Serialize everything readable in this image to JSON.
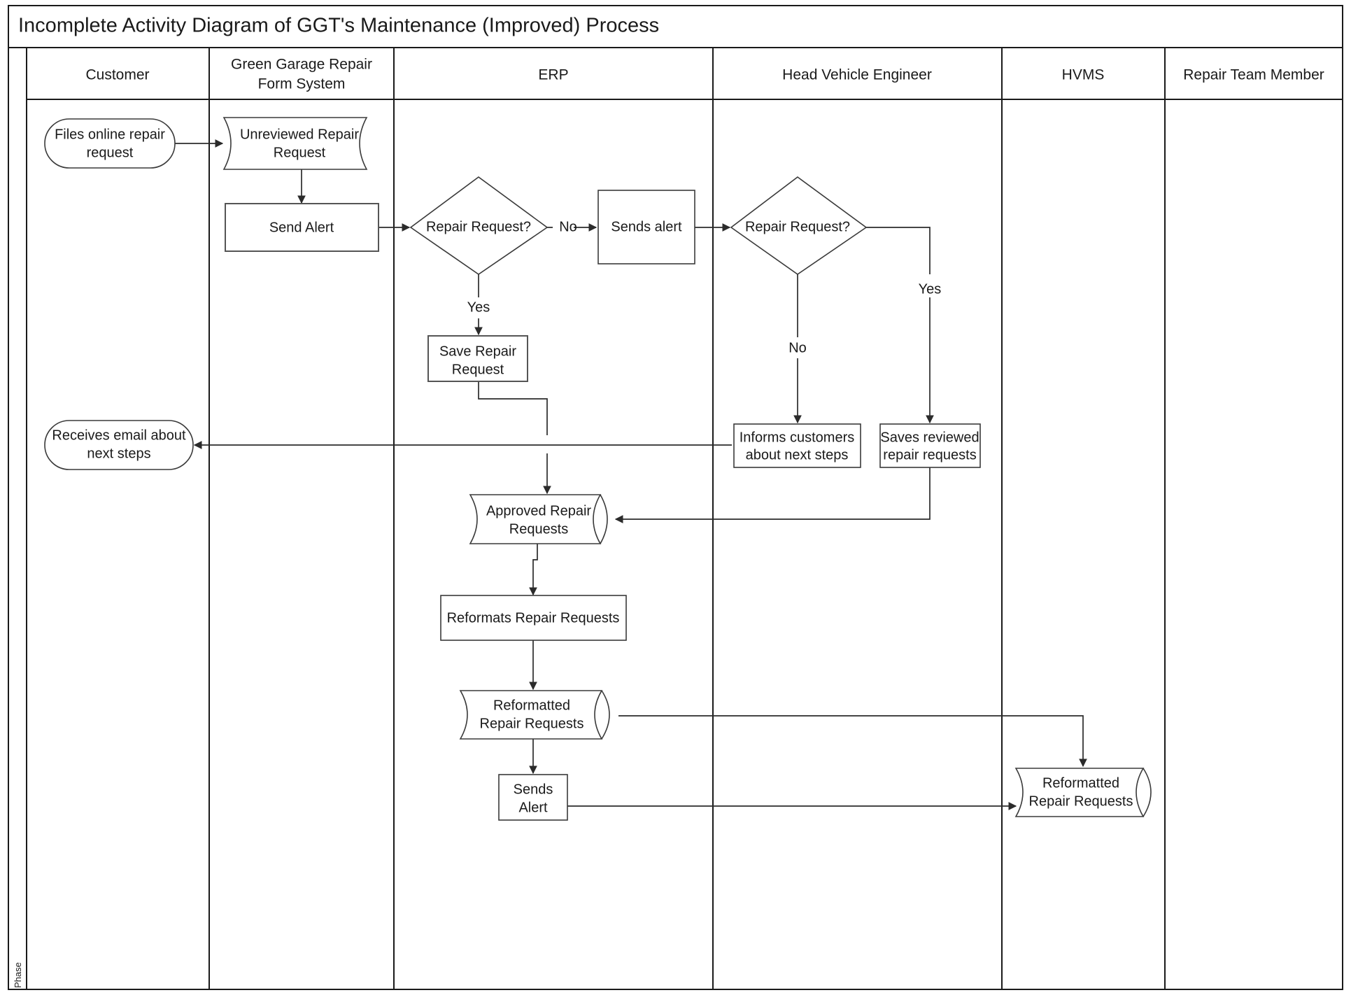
{
  "document": {
    "title": "Incomplete Activity Diagram of GGT's Maintenance (Improved) Process",
    "phase_label": "Phase"
  },
  "lanes": [
    {
      "id": "customer",
      "label": "Customer"
    },
    {
      "id": "form-system",
      "label": "Green Garage Repair Form System"
    },
    {
      "id": "erp",
      "label": "ERP"
    },
    {
      "id": "head-vehicle-engineer",
      "label": "Head Vehicle Engineer"
    },
    {
      "id": "hvms",
      "label": "HVMS"
    },
    {
      "id": "repair-team-member",
      "label": "Repair Team Member"
    }
  ],
  "nodes": {
    "files_online_repair_request": {
      "label": "Files online repair request",
      "line1": "Files online repair",
      "line2": "request",
      "shape": "terminator",
      "lane": "customer"
    },
    "unreviewed_repair_request": {
      "label": "Unreviewed Repair Request",
      "line1": "Unreviewed Repair",
      "line2": "Request",
      "shape": "data",
      "lane": "form-system"
    },
    "send_alert": {
      "label": "Send Alert",
      "line1": "Send Alert",
      "shape": "process",
      "lane": "form-system"
    },
    "repair_request_q1": {
      "label": "Repair Request?",
      "line1": "Repair Request?",
      "shape": "decision",
      "lane": "erp"
    },
    "sends_alert": {
      "label": "Sends alert",
      "line1": "Sends alert",
      "shape": "process",
      "lane": "erp"
    },
    "repair_request_q2": {
      "label": "Repair Request?",
      "line1": "Repair Request?",
      "shape": "decision",
      "lane": "head-vehicle-engineer"
    },
    "save_repair_request": {
      "label": "Save Repair Request",
      "line1": "Save Repair",
      "line2": "Request",
      "shape": "process",
      "lane": "erp"
    },
    "receives_email": {
      "label": "Receives email about next steps",
      "line1": "Receives email about",
      "line2": "next steps",
      "shape": "terminator",
      "lane": "customer"
    },
    "informs_customers": {
      "label": "Informs customers about next steps",
      "line1": "Informs customers",
      "line2": "about next steps",
      "shape": "process",
      "lane": "head-vehicle-engineer"
    },
    "saves_reviewed": {
      "label": "Saves reviewed repair requests",
      "line1": "Saves reviewed",
      "line2": "repair requests",
      "shape": "process",
      "lane": "head-vehicle-engineer"
    },
    "approved_repair_requests": {
      "label": "Approved Repair Requests",
      "line1": "Approved Repair",
      "line2": "Requests",
      "shape": "database",
      "lane": "erp"
    },
    "reformats_repair_requests": {
      "label": "Reformats Repair Requests",
      "line1": "Reformats Repair Requests",
      "shape": "process",
      "lane": "erp"
    },
    "reformatted_repair_requests_erp": {
      "label": "Reformatted Repair Requests",
      "line1": "Reformatted",
      "line2": "Repair Requests",
      "shape": "database",
      "lane": "erp"
    },
    "sends_alert_2": {
      "label": "Sends Alert",
      "line1": "Sends",
      "line2": "Alert",
      "shape": "process",
      "lane": "erp"
    },
    "reformatted_repair_requests_hvms": {
      "label": "Reformatted Repair Requests",
      "line1": "Reformatted",
      "line2": "Repair Requests",
      "shape": "database",
      "lane": "hvms"
    }
  },
  "edge_labels": {
    "q1_no": "No",
    "q1_yes": "Yes",
    "q2_no": "No",
    "q2_yes": "Yes"
  },
  "colors": {
    "background": "#ffffff",
    "stroke": "#1a1a1a",
    "shape_stroke": "#3a3a3a",
    "text": "#1a1a1a"
  }
}
